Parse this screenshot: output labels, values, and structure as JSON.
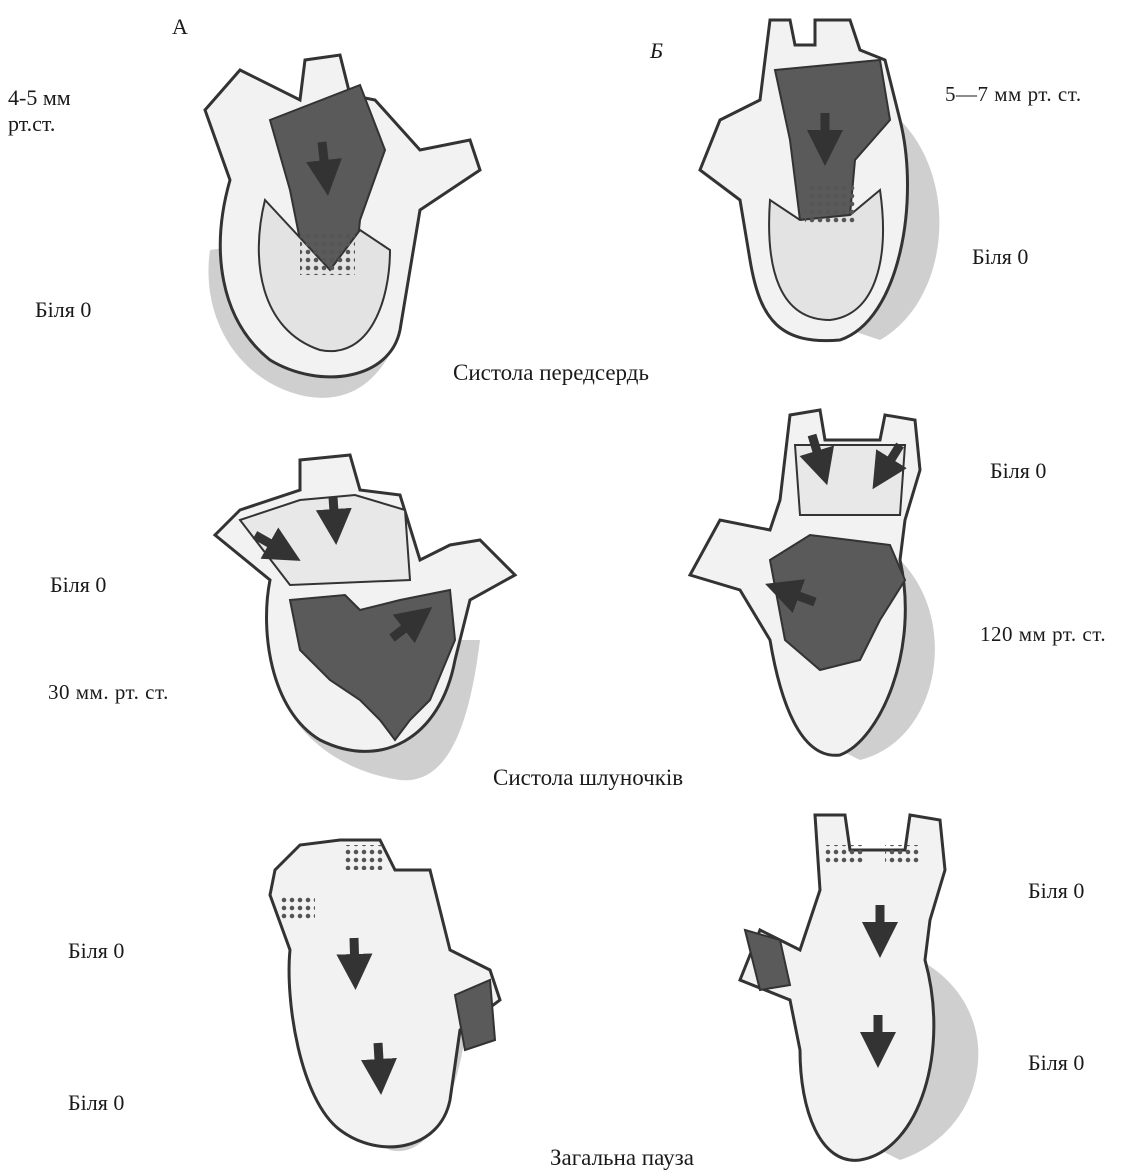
{
  "column_labels": {
    "left": "А",
    "right": "Б"
  },
  "phases": [
    {
      "caption": "Систола передсердь",
      "left": {
        "atrium_pressure": "4-5 мм рт.ст.",
        "ventricle_pressure": "Біля 0"
      },
      "right": {
        "atrium_pressure": "5—7 мм рт. ст.",
        "ventricle_pressure": "Біля 0"
      }
    },
    {
      "caption": "Систола шлуночків",
      "left": {
        "atrium_pressure": "Біля 0",
        "ventricle_pressure": "30 мм. рт. ст."
      },
      "right": {
        "atrium_pressure": "Біля 0",
        "ventricle_pressure": "120 мм рт. ст."
      }
    },
    {
      "caption": "Загальна пауза",
      "left": {
        "atrium_pressure": "Біля 0",
        "ventricle_pressure": "Біля 0"
      },
      "right": {
        "atrium_pressure": "Біля 0",
        "ventricle_pressure": "Біля 0"
      }
    }
  ],
  "colors": {
    "blood": "#5a5a5a",
    "wall": "#f2f2f2",
    "outline": "#333333",
    "shadow": "#cfcfcf"
  }
}
